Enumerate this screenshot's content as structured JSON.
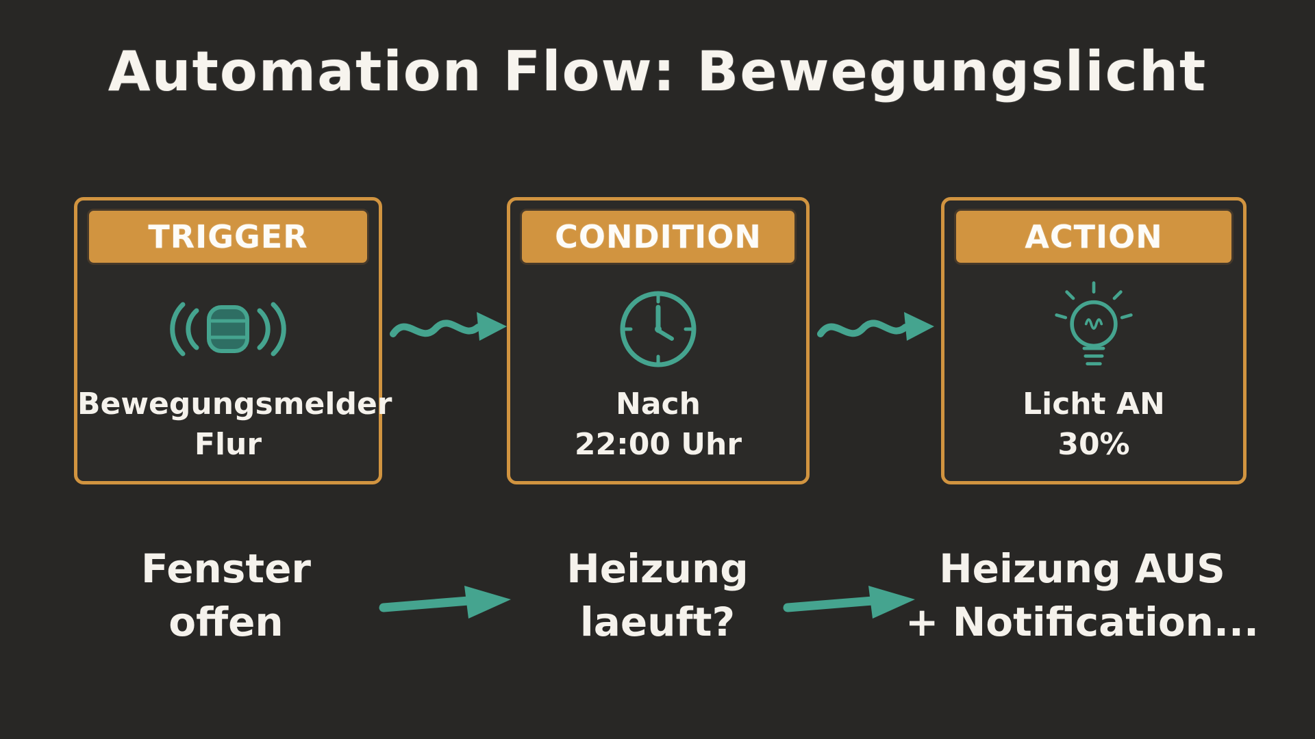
{
  "title": "Automation Flow: Bewegungslicht",
  "colors": {
    "background": "#282725",
    "box_orange": "#d19440",
    "teal": "#45a48f",
    "chalk_white": "#f5f2ec"
  },
  "flow": {
    "nodes": [
      {
        "header": "TRIGGER",
        "icon": "motion-sensor-icon",
        "line1": "Bewegungsmelder",
        "line2": "Flur"
      },
      {
        "header": "CONDITION",
        "icon": "clock-icon",
        "line1": "Nach",
        "line2": "22:00 Uhr"
      },
      {
        "header": "ACTION",
        "icon": "lightbulb-icon",
        "line1": "Licht AN",
        "line2": "30%"
      }
    ]
  },
  "secondary": {
    "items": [
      {
        "line1": "Fenster",
        "line2": "offen"
      },
      {
        "line1": "Heizung",
        "line2": "laeuft?"
      },
      {
        "line1": "Heizung AUS",
        "line2": "+ Notification..."
      }
    ]
  }
}
